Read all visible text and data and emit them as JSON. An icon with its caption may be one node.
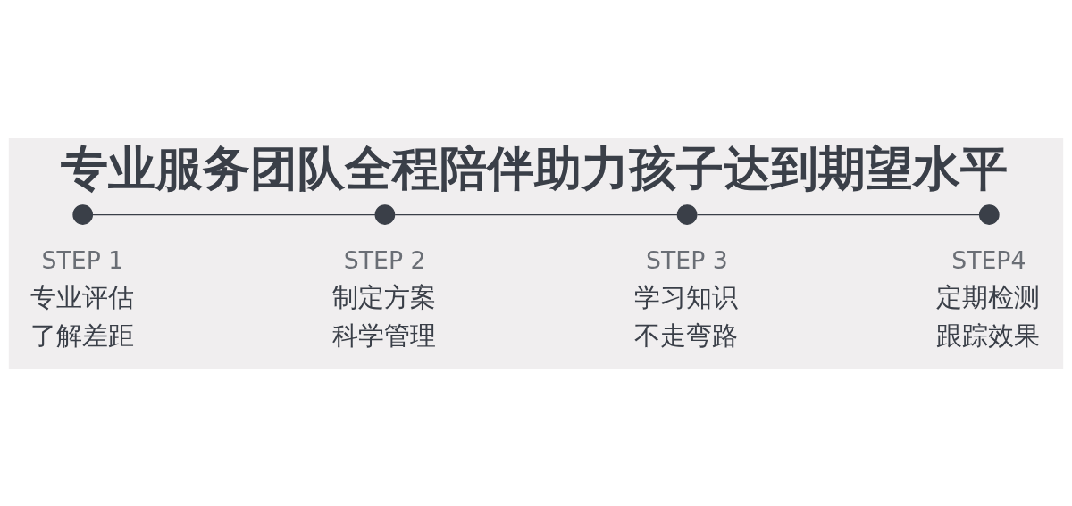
{
  "diagram": {
    "title": "专业服务团队全程陪伴助力孩子达到期望水平",
    "nodes": [
      {
        "text": [],
        "shape": "circle",
        "beside": [
          "STEP 1",
          "专业评估",
          "了解差距"
        ]
      },
      {
        "text": [],
        "shape": "circle",
        "beside": [
          "STEP 2",
          "制定方案",
          "科学管理"
        ]
      },
      {
        "text": [],
        "shape": "circle",
        "beside": [
          "STEP 3",
          "学习知识",
          "不走弯路"
        ]
      },
      {
        "text": [],
        "shape": "circle",
        "beside": [
          "STEP4",
          "定期检测",
          "跟踪效果"
        ]
      }
    ],
    "edges": [
      {
        "from": 0,
        "to": 1,
        "arrow": "none"
      },
      {
        "from": 1,
        "to": 2,
        "arrow": "none"
      },
      {
        "from": 2,
        "to": 3,
        "arrow": "none"
      }
    ]
  }
}
